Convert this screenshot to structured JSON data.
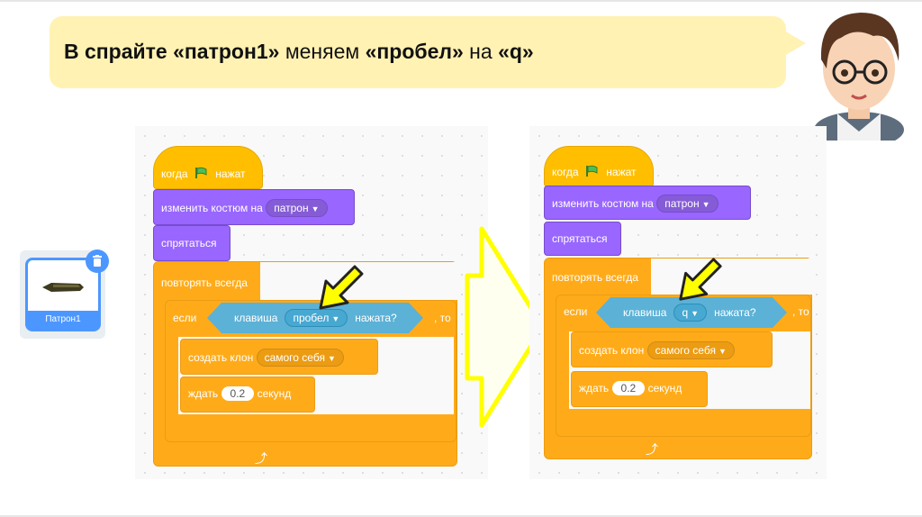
{
  "title": {
    "part1": "В спрайте ",
    "part2": "«патрон1»",
    "part3": " меняем ",
    "part4": "«пробел»",
    "part5": " на ",
    "part6": "«q»"
  },
  "sprite": {
    "name": "Патрон1",
    "delete_icon": "trash-icon"
  },
  "left_script": {
    "hat_when": "когда",
    "hat_clicked": "нажат",
    "switch_costume": "изменить костюм на",
    "costume_value": "патрон",
    "hide": "спрятаться",
    "forever": "повторять всегда",
    "if_label": "если",
    "key_label": "клавиша",
    "key_value": "пробел",
    "pressed_label": "нажата?",
    "then_label": ", то",
    "create_clone": "создать клон",
    "clone_value": "самого себя",
    "wait_label": "ждать",
    "wait_value": "0.2",
    "seconds_label": "секунд"
  },
  "right_script": {
    "hat_when": "когда",
    "hat_clicked": "нажат",
    "switch_costume": "изменить костюм на",
    "costume_value": "патрон",
    "hide": "спрятаться",
    "forever": "повторять всегда",
    "if_label": "если",
    "key_label": "клавиша",
    "key_value": "q",
    "pressed_label": "нажата?",
    "then_label": ", то",
    "create_clone": "создать клон",
    "clone_value": "самого себя",
    "wait_label": "ждать",
    "wait_value": "0.2",
    "seconds_label": "секунд"
  },
  "colors": {
    "bubble": "#fff2b3",
    "events": "#ffbf00",
    "looks": "#9966ff",
    "control": "#ffab19",
    "sensing": "#5cb1d6",
    "highlight_arrow": "#ffff00"
  }
}
